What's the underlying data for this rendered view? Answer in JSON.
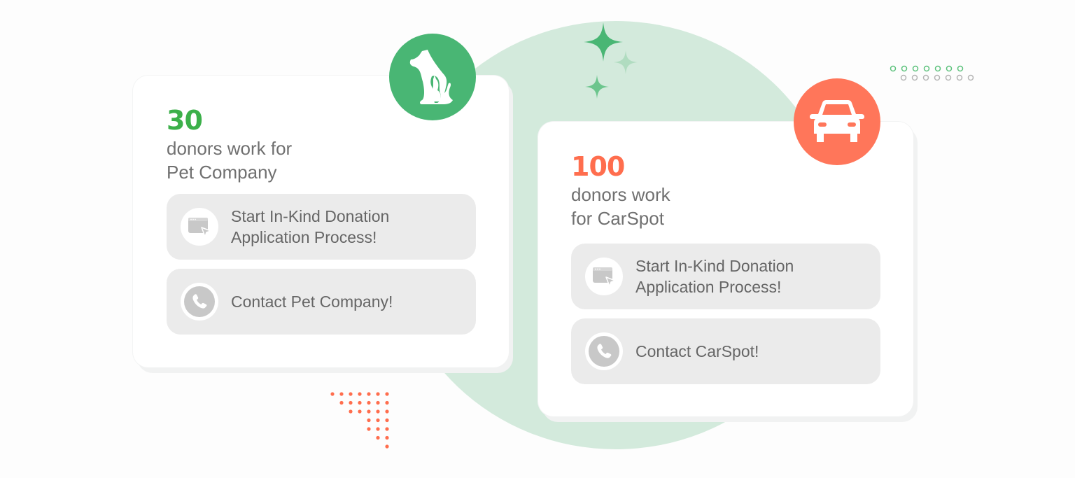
{
  "colors": {
    "green_accent": "#3cb04a",
    "green_badge": "#49b674",
    "orange_accent": "#ff6e4e",
    "orange_badge": "#ff765a",
    "blob": "#d3eadc",
    "action_bg": "#ebebeb",
    "text_gray": "#707070"
  },
  "cards": [
    {
      "count": "30",
      "description": "donors work for\nPet Company",
      "badge_icon": "pet-dog-cat-icon",
      "actions": [
        {
          "label": "Start In-Kind Donation\nApplication Process!",
          "icon": "browser-cursor-icon"
        },
        {
          "label": "Contact Pet Company!",
          "icon": "phone-icon"
        }
      ]
    },
    {
      "count": "100",
      "description": "donors work\nfor CarSpot",
      "badge_icon": "car-icon",
      "actions": [
        {
          "label": "Start In-Kind Donation\nApplication Process!",
          "icon": "browser-cursor-icon"
        },
        {
          "label": "Contact CarSpot!",
          "icon": "phone-icon"
        }
      ]
    }
  ]
}
